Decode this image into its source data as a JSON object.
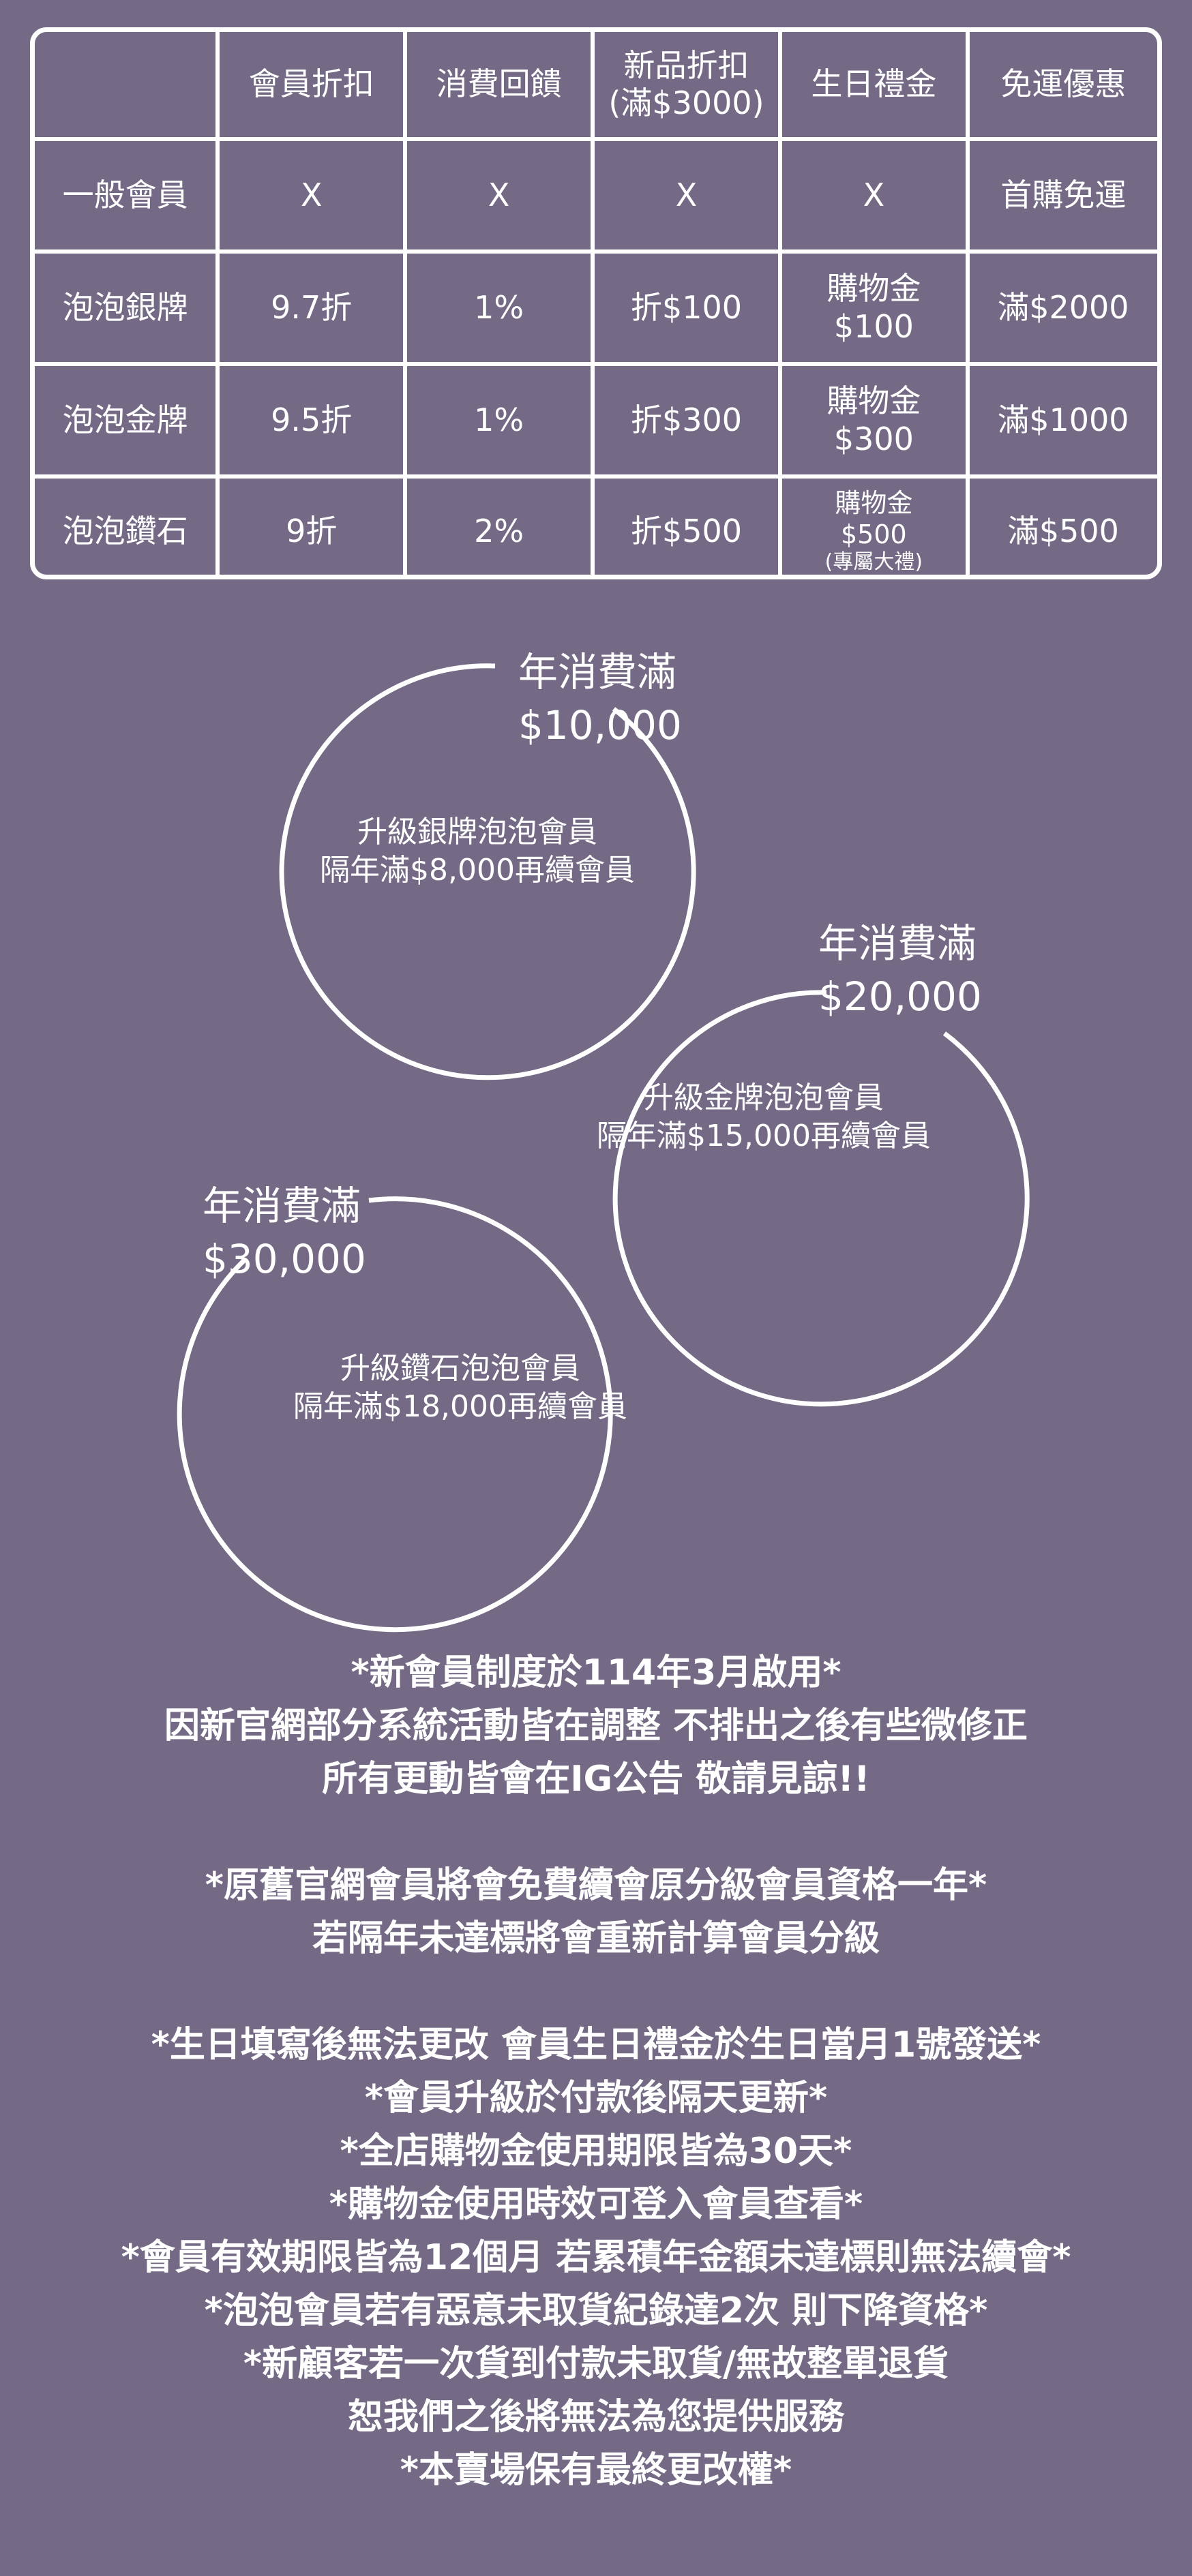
{
  "table": {
    "headers": [
      "",
      "會員折扣",
      "消費回饋",
      "新品折扣",
      "生日禮金",
      "免運優惠"
    ],
    "header_sub": "(滿$3000)",
    "rows": [
      {
        "tier": "一般會員",
        "discount": "X",
        "rebate": "X",
        "new_item": "X",
        "birthday": "X",
        "birthday_sub": "",
        "birthday_note": "",
        "shipping": "首購免運"
      },
      {
        "tier": "泡泡銀牌",
        "discount": "9.7折",
        "rebate": "1%",
        "new_item": "折$100",
        "birthday": "購物金",
        "birthday_sub": "$100",
        "birthday_note": "",
        "shipping": "滿$2000"
      },
      {
        "tier": "泡泡金牌",
        "discount": "9.5折",
        "rebate": "1%",
        "new_item": "折$300",
        "birthday": "購物金",
        "birthday_sub": "$300",
        "birthday_note": "",
        "shipping": "滿$1000"
      },
      {
        "tier": "泡泡鑽石",
        "discount": "9折",
        "rebate": "2%",
        "new_item": "折$500",
        "birthday": "購物金",
        "birthday_sub": "$500",
        "birthday_note": "(專屬大禮)",
        "shipping": "滿$500"
      }
    ]
  },
  "tiers": [
    {
      "goal_line1": "年消費滿",
      "goal_line2": "$10,000",
      "desc_line1": "升級銀牌泡泡會員",
      "desc_line2": "隔年滿$8,000再續會員"
    },
    {
      "goal_line1": "年消費滿",
      "goal_line2": "$20,000",
      "desc_line1": "升級金牌泡泡會員",
      "desc_line2": "隔年滿$15,000再續會員"
    },
    {
      "goal_line1": "年消費滿",
      "goal_line2": "$30,000",
      "desc_line1": "升級鑽石泡泡會員",
      "desc_line2": "隔年滿$18,000再續會員"
    }
  ],
  "notes": {
    "block1": [
      "*新會員制度於114年3月啟用*",
      "因新官網部分系統活動皆在調整 不排出之後有些微修正",
      "所有更動皆會在IG公告 敬請見諒!!"
    ],
    "block2": [
      "*原舊官網會員將會免費續會原分級會員資格一年*",
      "若隔年未達標將會重新計算會員分級"
    ],
    "block3": [
      "*生日填寫後無法更改 會員生日禮金於生日當月1號發送*",
      "*會員升級於付款後隔天更新*",
      "*全店購物金使用期限皆為30天*",
      "*購物金使用時效可登入會員查看*",
      "*會員有效期限皆為12個月 若累積年金額未達標則無法續會*",
      "*泡泡會員若有惡意未取貨紀錄達2次 則下降資格*",
      "*新顧客若一次貨到付款未取貨/無故整單退貨",
      "恕我們之後將無法為您提供服務",
      "*本賣場保有最終更改權*"
    ]
  },
  "colors": {
    "background": "#756a85",
    "foreground": "#ffffff"
  }
}
